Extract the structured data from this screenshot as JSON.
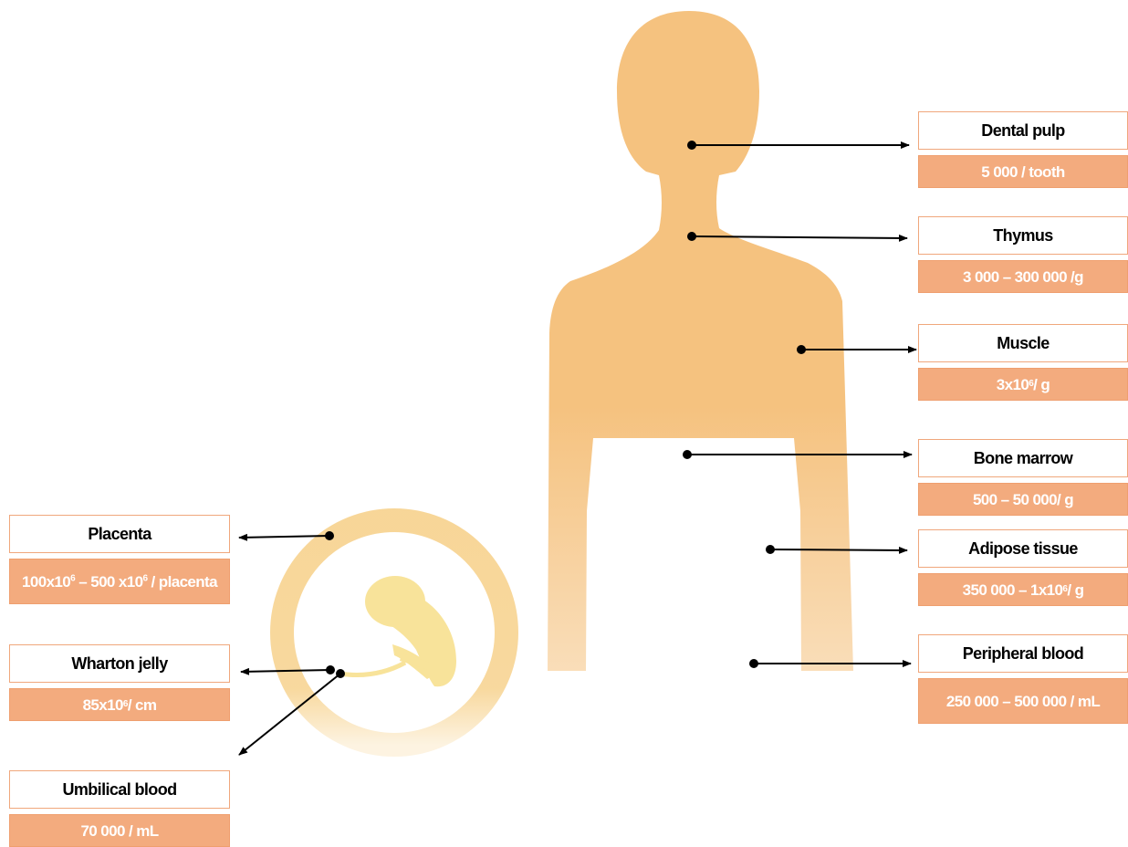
{
  "colors": {
    "silhouette": "#f5c27f",
    "ring": "#f6cf86",
    "fetus": "#f8e39a",
    "box_fill": "#f3ab7e",
    "box_border": "#f0a77c",
    "arrow": "#000000"
  },
  "sources": {
    "dental_pulp": {
      "name": "Dental pulp",
      "value_text": "5 000 / tooth"
    },
    "thymus": {
      "name": "Thymus",
      "value_text": "3 000 – 300 000 /g"
    },
    "muscle": {
      "name": "Muscle",
      "value_pre": "3x10",
      "value_exp": "6",
      "value_post": " / g"
    },
    "bone_marrow": {
      "name": "Bone marrow",
      "value_text": "500 – 50 000/ g"
    },
    "adipose_tissue": {
      "name": "Adipose tissue",
      "value_pre": "350 000 – 1x10",
      "value_exp": "6",
      "value_post": " / g"
    },
    "peripheral_blood": {
      "name": "Peripheral blood",
      "value_text": "250 000 – 500 000 / mL"
    },
    "placenta": {
      "name": "Placenta",
      "value_pre1": "100x10",
      "value_exp1": "6",
      "value_mid": " – 500 x10",
      "value_exp2": "6",
      "value_post": " / placenta"
    },
    "wharton_jelly": {
      "name": "Wharton jelly",
      "value_pre": "85x10",
      "value_exp": "6",
      "value_post": " / cm"
    },
    "umbilical_blood": {
      "name": "Umbilical blood",
      "value_text": "70 000 / mL"
    }
  }
}
